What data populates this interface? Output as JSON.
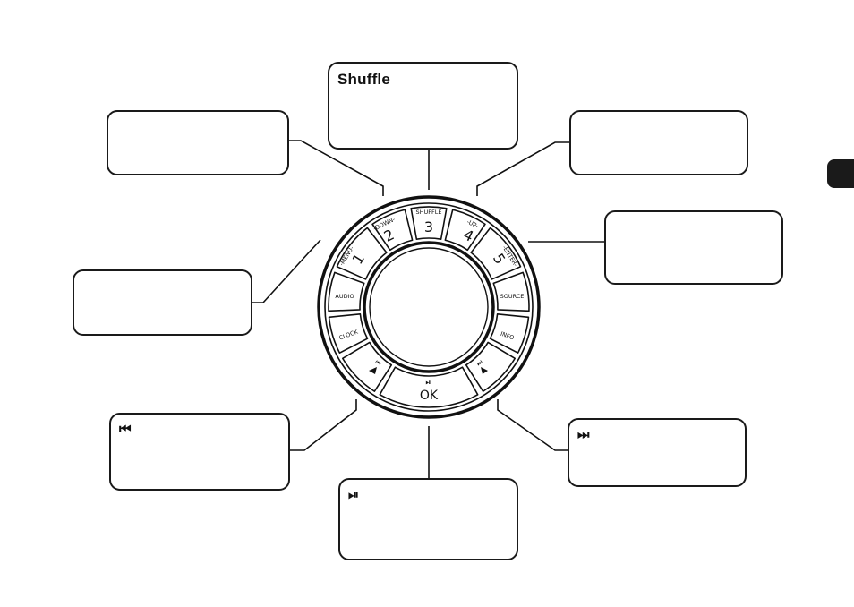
{
  "callouts": {
    "shuffle": {
      "title": "Shuffle"
    },
    "top_left": {
      "title": ""
    },
    "top_right": {
      "title": ""
    },
    "right": {
      "title": ""
    },
    "left": {
      "title": ""
    },
    "prev": {
      "title": "⏮"
    },
    "play_pause": {
      "title": "⏯"
    },
    "next": {
      "title": "⏭"
    }
  },
  "dial": {
    "btn_down": {
      "top": "-DOWN-",
      "main": "2"
    },
    "btn_shuffle": {
      "top": "SHUFFLE",
      "main": "3"
    },
    "btn_up": {
      "top": "-UP-",
      "main": "4"
    },
    "btn_menu": {
      "top": "-MENU-",
      "main": "1"
    },
    "btn_enter": {
      "top": "-ENTER-",
      "main": "5"
    },
    "btn_audio": {
      "label": "AUDIO"
    },
    "btn_source": {
      "label": "SOURCE"
    },
    "btn_clock": {
      "label": "CLOCK"
    },
    "btn_info": {
      "label": "INFO"
    },
    "btn_prev": {
      "icon": "⏮"
    },
    "btn_next": {
      "icon": "⏭"
    },
    "btn_ok": {
      "icon": "⏯",
      "label": "OK"
    }
  }
}
